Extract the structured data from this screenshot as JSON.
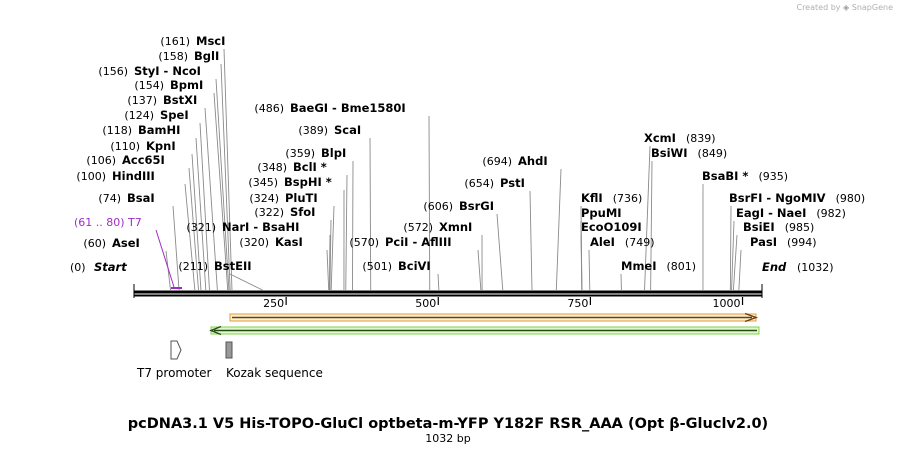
{
  "credit": {
    "prefix": "Created by",
    "brand": "SnapGene"
  },
  "map": {
    "title": "pcDNA3.1 V5 His-TOPO-GluCl optbeta-m-YFP Y182F RSR_AAA (Opt  β-Gluclv2.0)",
    "subtitle": "1032 bp",
    "length": 1032,
    "ticks": [
      {
        "value": 250,
        "label": "250"
      },
      {
        "value": 500,
        "label": "500"
      },
      {
        "value": 750,
        "label": "750"
      },
      {
        "value": 1000,
        "label": "1000"
      }
    ],
    "start_label": {
      "pos": "(0)",
      "name": "Start"
    },
    "end_label": {
      "pos": "(1032)",
      "name": "End"
    },
    "primer_label": {
      "text": "(61 .. 80)  T7",
      "start": 61,
      "end": 80
    },
    "sites": [
      {
        "pos_text": "(60)",
        "name": "AseI",
        "bp": 60
      },
      {
        "pos_text": "(74)",
        "name": "BsaI",
        "bp": 74
      },
      {
        "pos_text": "(100)",
        "name": "HindIII",
        "bp": 100
      },
      {
        "pos_text": "(106)",
        "name": "Acc65I",
        "bp": 106
      },
      {
        "pos_text": "(110)",
        "name": "KpnI",
        "bp": 110
      },
      {
        "pos_text": "(118)",
        "name": "BamHI",
        "bp": 118
      },
      {
        "pos_text": "(124)",
        "name": "SpeI",
        "bp": 124
      },
      {
        "pos_text": "(137)",
        "name": "BstXI",
        "bp": 137
      },
      {
        "pos_text": "(154)",
        "name": "BpmI",
        "bp": 154
      },
      {
        "pos_text": "(156)",
        "name": "StyI  - NcoI",
        "bp": 156
      },
      {
        "pos_text": "(158)",
        "name": "BglI",
        "bp": 158
      },
      {
        "pos_text": "(161)",
        "name": "MscI",
        "bp": 161
      },
      {
        "pos_text": "(211)",
        "name": "BstEII",
        "bp": 211
      },
      {
        "pos_text": "(321)",
        "name": "NarI  - BsaHI",
        "bp": 321
      },
      {
        "pos_text": "(320)",
        "name": "KasI",
        "bp": 320
      },
      {
        "pos_text": "(322)",
        "name": "SfoI",
        "bp": 322
      },
      {
        "pos_text": "(324)",
        "name": "PluTI",
        "bp": 324
      },
      {
        "pos_text": "(345)",
        "name": "BspHI *",
        "bp": 345
      },
      {
        "pos_text": "(348)",
        "name": "BclI *",
        "bp": 348
      },
      {
        "pos_text": "(359)",
        "name": "BlpI",
        "bp": 359
      },
      {
        "pos_text": "(389)",
        "name": "ScaI",
        "bp": 389
      },
      {
        "pos_text": "(486)",
        "name": "BaeGI  - Bme1580I",
        "bp": 486
      },
      {
        "pos_text": "(501)",
        "name": "BciVI",
        "bp": 501
      },
      {
        "pos_text": "(570)",
        "name": "PciI  - AflIII",
        "bp": 570
      },
      {
        "pos_text": "(572)",
        "name": "XmnI",
        "bp": 572
      },
      {
        "pos_text": "(606)",
        "name": "BsrGI",
        "bp": 606
      },
      {
        "pos_text": "(654)",
        "name": "PstI",
        "bp": 654
      },
      {
        "pos_text": "(694)",
        "name": "AhdI",
        "bp": 694
      },
      {
        "pos_text": "(736)",
        "name": "KflI",
        "bp": 736
      },
      {
        "pos_text": "",
        "name": "PpuMI",
        "bp": 736
      },
      {
        "pos_text": "",
        "name": "EcoO109I",
        "bp": 736
      },
      {
        "pos_text": "(749)",
        "name": "AleI",
        "bp": 749
      },
      {
        "pos_text": "(801)",
        "name": "MmeI",
        "bp": 801
      },
      {
        "pos_text": "(839)",
        "name": "XcmI",
        "bp": 839
      },
      {
        "pos_text": "(849)",
        "name": "BsiWI",
        "bp": 849
      },
      {
        "pos_text": "(935)",
        "name": "BsaBI *",
        "bp": 935
      },
      {
        "pos_text": "(980)",
        "name": "BsrFI  - NgoMIV",
        "bp": 980
      },
      {
        "pos_text": "(982)",
        "name": "EagI  - NaeI",
        "bp": 982
      },
      {
        "pos_text": "(985)",
        "name": "BsiEI",
        "bp": 985
      },
      {
        "pos_text": "(994)",
        "name": "PasI",
        "bp": 994
      }
    ],
    "features": [
      {
        "name": "orange-arrow",
        "direction": "forward",
        "start": 161,
        "end": 1020,
        "color": "#e39b3a"
      },
      {
        "name": "green-arrow",
        "direction": "reverse",
        "start": 130,
        "end": 1030,
        "color": "#7fd34a"
      }
    ],
    "legend": [
      {
        "label": "T7 promoter",
        "icon": "arrow-outline-icon"
      },
      {
        "label": "Kozak sequence",
        "icon": "gray-box-icon"
      }
    ],
    "colors": {
      "backbone": "#000000",
      "primer": "#a02cc8",
      "orange": "#e39b3a",
      "green": "#7fd34a",
      "kozak": "#999999",
      "leader": "#8a8a8a"
    }
  }
}
